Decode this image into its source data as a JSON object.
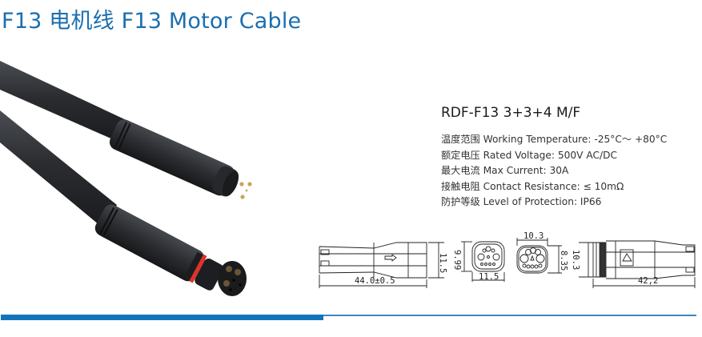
{
  "title": "F13 电机线 F13 Motor Cable",
  "product": {
    "model": "RDF-F13 3+3+4 M/F",
    "specs": [
      "温度范围 Working Temperature: -25°C～ +80°C",
      "额定电压 Rated Voltage: 500V AC/DC",
      "最大电流 Max Current: 30A",
      "接触电阻 Contact Resistance: ≤ 10mΩ",
      "防护等级 Level of Protection: IP66"
    ]
  },
  "photo": {
    "description": "Black motor cable with male and female F13 connectors",
    "accent_ring_color": "#e0322a",
    "contact_color": "#c9a45a"
  },
  "drawings": {
    "male_side": {
      "length": "44.0±0.5",
      "height": "11.5"
    },
    "female_face": {
      "height": "9.99",
      "width": "11.5"
    },
    "male_face": {
      "width": "10.3",
      "height": "8.35"
    },
    "female_side": {
      "height": "10.3",
      "length": "42,2"
    }
  },
  "colors": {
    "title": "#1a6eaf",
    "accent_bar": "#1474ba"
  }
}
